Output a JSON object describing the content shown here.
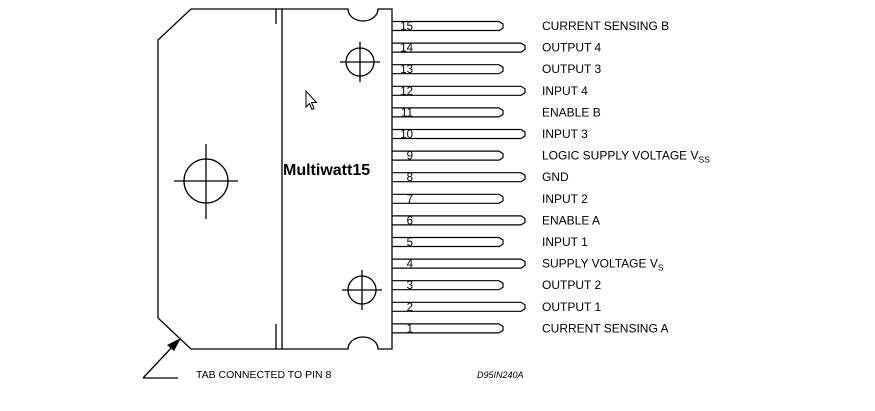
{
  "package_name": "Multiwatt15",
  "tab_note": "TAB CONNECTED TO PIN 8",
  "drawing_code": "D95IN240A",
  "pins": [
    {
      "number": "15",
      "label": "CURRENT SENSING B",
      "sub": "",
      "lead": "short"
    },
    {
      "number": "14",
      "label": "OUTPUT 4",
      "sub": "",
      "lead": "long"
    },
    {
      "number": "13",
      "label": "OUTPUT 3",
      "sub": "",
      "lead": "short"
    },
    {
      "number": "12",
      "label": "INPUT 4",
      "sub": "",
      "lead": "long"
    },
    {
      "number": "11",
      "label": "ENABLE B",
      "sub": "",
      "lead": "short"
    },
    {
      "number": "10",
      "label": "INPUT 3",
      "sub": "",
      "lead": "long"
    },
    {
      "number": "9",
      "label": "LOGIC SUPPLY VOLTAGE V",
      "sub": "SS",
      "lead": "short"
    },
    {
      "number": "8",
      "label": "GND",
      "sub": "",
      "lead": "long"
    },
    {
      "number": "7",
      "label": "INPUT 2",
      "sub": "",
      "lead": "short"
    },
    {
      "number": "6",
      "label": "ENABLE A",
      "sub": "",
      "lead": "long"
    },
    {
      "number": "5",
      "label": "INPUT 1",
      "sub": "",
      "lead": "short"
    },
    {
      "number": "4",
      "label": "SUPPLY VOLTAGE V",
      "sub": "S",
      "lead": "long"
    },
    {
      "number": "3",
      "label": "OUTPUT 2",
      "sub": "",
      "lead": "short"
    },
    {
      "number": "2",
      "label": "OUTPUT 1",
      "sub": "",
      "lead": "long"
    },
    {
      "number": "1",
      "label": "CURRENT SENSING A",
      "sub": "",
      "lead": "short"
    }
  ]
}
